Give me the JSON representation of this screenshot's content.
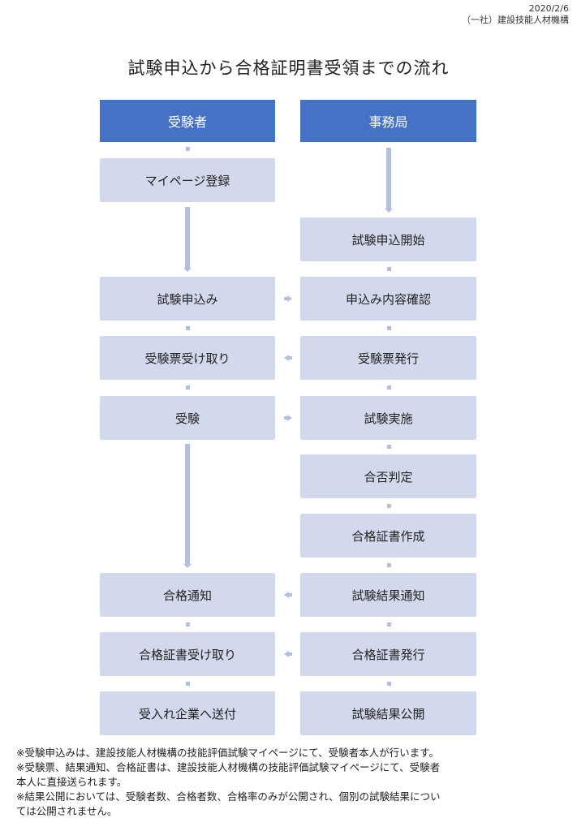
{
  "header": {
    "date": "2020/2/6",
    "org": "（一社）建設技能人材機構"
  },
  "title": "試験申込から合格証明書受領までの流れ",
  "columns": {
    "left": "受験者",
    "right": "事務局"
  },
  "left_steps": [
    "マイページ登録",
    "試験申込み",
    "受験票受け取り",
    "受験",
    "合格通知",
    "合格証書受け取り",
    "受入れ企業へ送付"
  ],
  "right_steps": [
    "試験申込開始",
    "申込み内容確認",
    "受験票発行",
    "試験実施",
    "合否判定",
    "合格証書作成",
    "試験結果通知",
    "合格証書発行",
    "試験結果公開"
  ],
  "notes": [
    "※受験申込みは、建設技能人材機構の技能評価試験マイページにて、受験者本人が行います。",
    "※受験票、結果通知、合格証書は、建設技能人材機構の技能評価試験マイページにて、受験者",
    "本人に直接送られます。",
    "※結果公開においては、受験者数、合格者数、合格率のみが公開され、個別の試験結果につい",
    "ては公開されません。"
  ],
  "colors": {
    "header_box": "#4472c4",
    "step_box": "#d3d9ec",
    "connector": "#b4bfe0"
  }
}
